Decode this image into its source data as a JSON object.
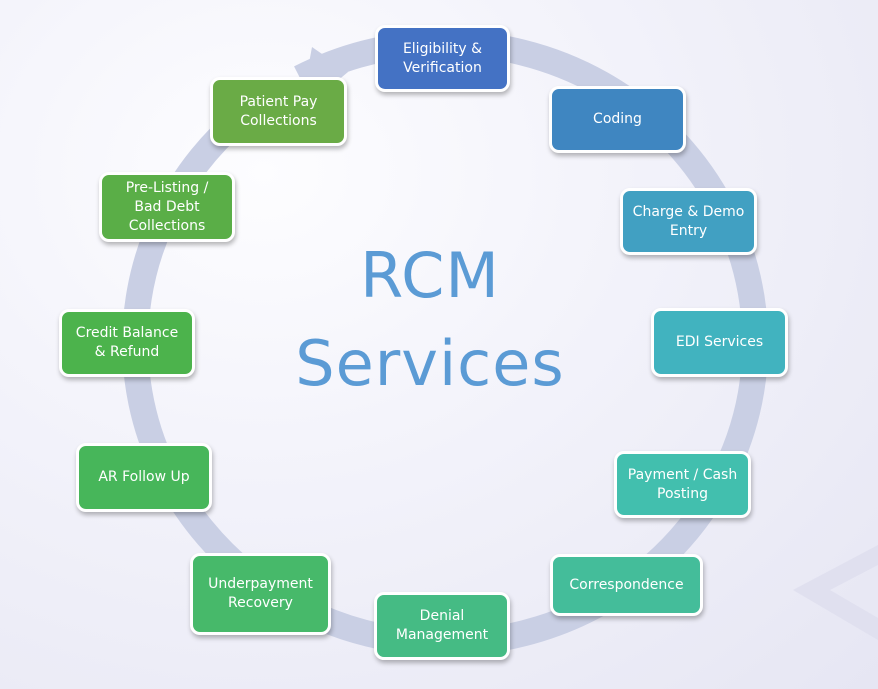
{
  "title": {
    "line1": "RCM",
    "line2": "Services",
    "color": "#5b9bd5"
  },
  "cycle": {
    "direction": "clockwise",
    "arrow_color": "#c9cfe4",
    "nodes": [
      {
        "label": "Eligibility &\nVerification",
        "color": "#4472c4"
      },
      {
        "label": "Coding",
        "color": "#3f86c1"
      },
      {
        "label": "Charge & Demo\nEntry",
        "color": "#41a0c2"
      },
      {
        "label": "EDI Services",
        "color": "#41b3bf"
      },
      {
        "label": "Payment / Cash\nPosting",
        "color": "#42bfae"
      },
      {
        "label": "Correspondence",
        "color": "#44bd9a"
      },
      {
        "label": "Denial\nManagement",
        "color": "#45bb84"
      },
      {
        "label": "Underpayment\nRecovery",
        "color": "#47b96a"
      },
      {
        "label": "AR Follow Up",
        "color": "#47b65a"
      },
      {
        "label": "Credit Balance\n& Refund",
        "color": "#4cb34c"
      },
      {
        "label": "Pre-Listing /\nBad Debt\nCollections",
        "color": "#5aae47"
      },
      {
        "label": "Patient Pay\nCollections",
        "color": "#6aab46"
      }
    ]
  }
}
